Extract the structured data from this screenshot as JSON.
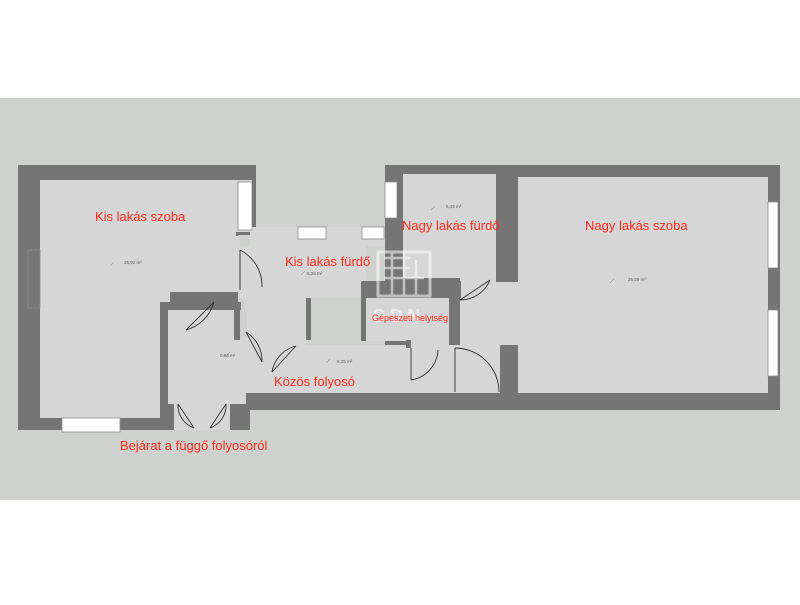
{
  "floorplan": {
    "rooms": [
      {
        "id": "kis-lakas-szoba",
        "label": "Kis lakás szoba",
        "area": "26,92 m²"
      },
      {
        "id": "kis-lakas-furdo",
        "label": "Kis lakás fürdő",
        "area": "5,26 m²"
      },
      {
        "id": "nagy-lakas-furdo",
        "label": "Nagy lakás fürdő",
        "area": "5,42 m²"
      },
      {
        "id": "nagy-lakas-szoba",
        "label": "Nagy lakás szoba",
        "area": "26,29 m²"
      },
      {
        "id": "gepeszeti-helyiseg",
        "label": "Gépészeti helyiség",
        "area": ""
      },
      {
        "id": "kozos-folyoso",
        "label": "Közös folyosó",
        "area": "6,25 m²"
      },
      {
        "id": "small-hall",
        "label": "",
        "area": "0,83 m²"
      }
    ],
    "entrance_label": "Bejárat a függő folyosóról",
    "watermark": "GDN"
  },
  "colors": {
    "page_background": "#ffffff",
    "frame_background": "#cfd1ce",
    "wall": "#757575",
    "floor": "#d6d6d6",
    "label": "#ff2a1a"
  }
}
